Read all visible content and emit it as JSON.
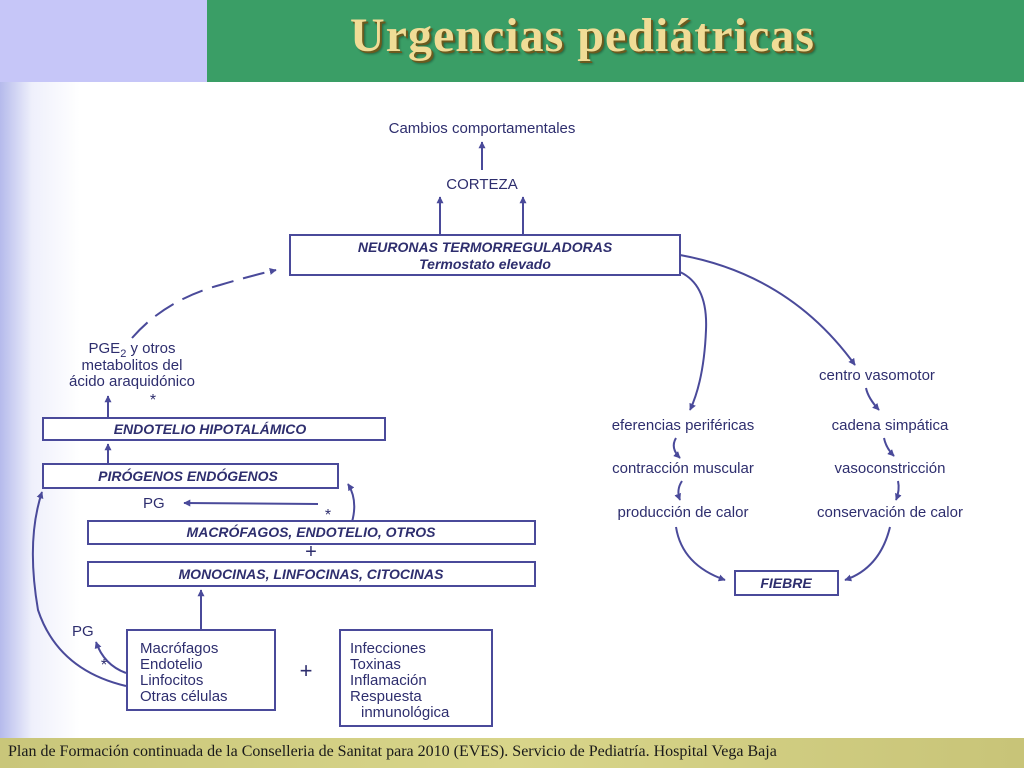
{
  "slide": {
    "title": "Urgencias pediátricas",
    "footer": "Plan de Formación continuada de la Conselleria de Sanitat para 2010 (EVES). Servicio de Pediatría. Hospital Vega Baja"
  },
  "diagram": {
    "cambios": "Cambios comportamentales",
    "corteza": "CORTEZA",
    "neuronas_title": "NEURONAS TERMORREGULADORAS",
    "neuronas_sub": "Termostato elevado",
    "pge_line1_a": "PGE",
    "pge_line1_sub": "2",
    "pge_line1_b": " y otros",
    "pge_line2": "metabolitos del",
    "pge_line3": "ácido araquidónico",
    "asterisk": "*",
    "endotelio": "ENDOTELIO HIPOTALÁMICO",
    "pirogenos": "PIRÓGENOS ENDÓGENOS",
    "pg": "PG",
    "macrofagos_box": "MACRÓFAGOS, ENDOTELIO, OTROS",
    "plus": "+",
    "monocinas": "MONOCINAS, LINFOCINAS, CITOCINAS",
    "cells": [
      "Macrófagos",
      "Endotelio",
      "Linfocitos",
      "Otras células"
    ],
    "causes": [
      "Infecciones",
      "Toxinas",
      "Inflamación",
      "Respuesta",
      "inmunológica"
    ],
    "centro_vasomotor": "centro vasomotor",
    "eferencias": "eferencias periféricas",
    "cadena": "cadena simpática",
    "contraccion": "contracción muscular",
    "vasoconstriccion": "vasoconstricción",
    "produccion": "producción de calor",
    "conservacion": "conservación de calor",
    "fiebre": "FIEBRE"
  }
}
